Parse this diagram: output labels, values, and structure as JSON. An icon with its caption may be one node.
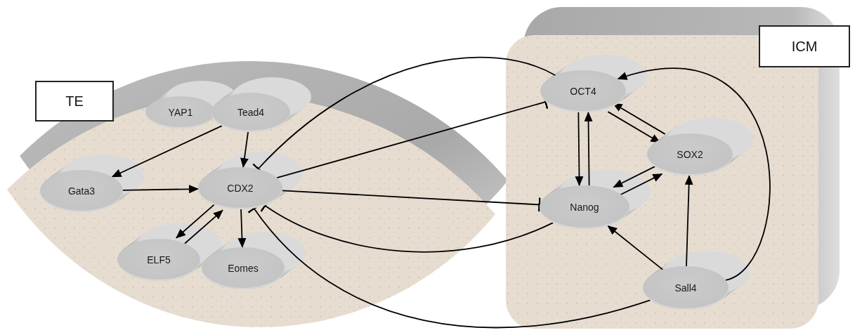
{
  "diagram": {
    "nodes": [
      {
        "text": [
          "TE"
        ]
      },
      {
        "text": [
          "YAP1"
        ],
        "in": 0
      },
      {
        "text": [
          "Tead4"
        ],
        "in": 0
      },
      {
        "text": [
          "Gata3"
        ],
        "in": 0
      },
      {
        "text": [
          "CDX2"
        ],
        "in": 0
      },
      {
        "text": [
          "ELF5"
        ],
        "in": 0
      },
      {
        "text": [
          "Eomes"
        ],
        "in": 0
      },
      {
        "text": [
          "ICM"
        ]
      },
      {
        "text": [
          "OCT4"
        ],
        "in": 7
      },
      {
        "text": [
          "SOX2"
        ],
        "in": 7
      },
      {
        "text": [
          "Nanog"
        ],
        "in": 7
      },
      {
        "text": [
          "Sall4"
        ],
        "in": 7
      }
    ],
    "edges": [
      {
        "from": 2,
        "to": 3,
        "arrow": "to"
      },
      {
        "from": 2,
        "to": 4,
        "arrow": "to"
      },
      {
        "from": 3,
        "to": 4,
        "arrow": "to"
      },
      {
        "from": 4,
        "to": 5,
        "arrow": "to"
      },
      {
        "from": 5,
        "to": 4,
        "arrow": "to"
      },
      {
        "from": 4,
        "to": 6,
        "arrow": "to"
      },
      {
        "from": 8,
        "to": 4,
        "arrow": "other"
      },
      {
        "from": 4,
        "to": 8,
        "arrow": "other"
      },
      {
        "from": 4,
        "to": 10,
        "arrow": "other"
      },
      {
        "from": 10,
        "to": 4,
        "arrow": "other"
      },
      {
        "from": 11,
        "to": 4,
        "arrow": "other"
      },
      {
        "from": 8,
        "to": 10,
        "arrow": "to"
      },
      {
        "from": 10,
        "to": 8,
        "arrow": "to"
      },
      {
        "from": 8,
        "to": 9,
        "arrow": "to"
      },
      {
        "from": 9,
        "to": 8,
        "arrow": "to"
      },
      {
        "from": 9,
        "to": 10,
        "arrow": "to"
      },
      {
        "from": 10,
        "to": 9,
        "arrow": "to"
      },
      {
        "from": 11,
        "to": 10,
        "arrow": "to"
      },
      {
        "from": 11,
        "to": 9,
        "arrow": "to"
      },
      {
        "from": 11,
        "to": 8,
        "arrow": "to"
      }
    ]
  }
}
